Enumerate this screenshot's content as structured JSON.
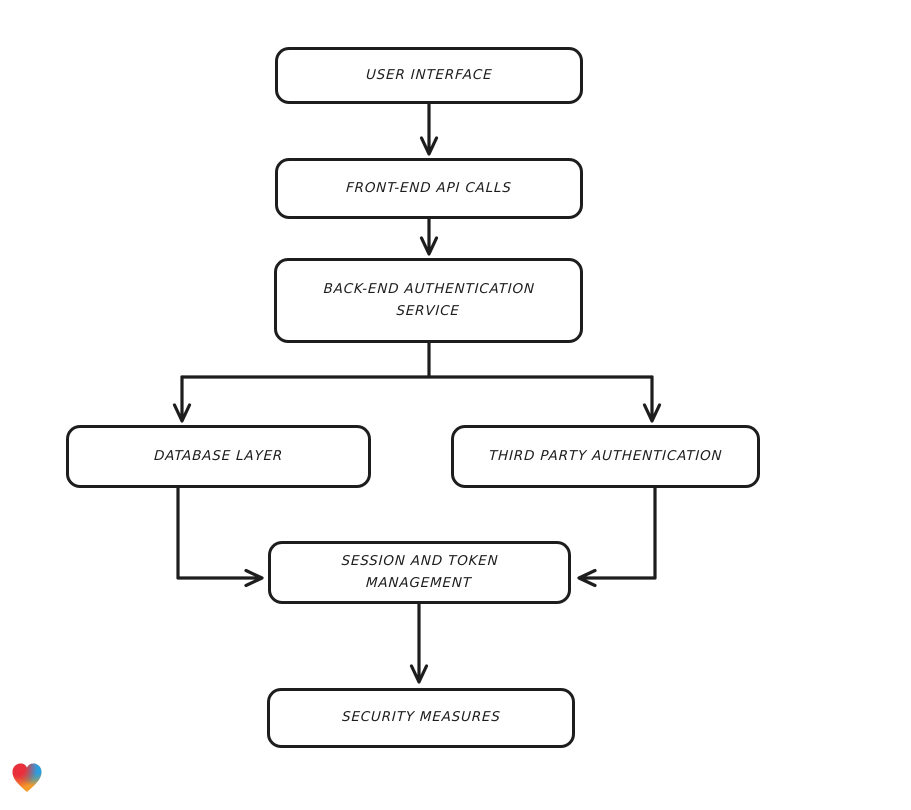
{
  "diagram": {
    "type": "flowchart",
    "nodes": [
      {
        "id": "user-interface",
        "label": "USER INTERFACE"
      },
      {
        "id": "front-end-api-calls",
        "label": "FRONT-END API CALLS"
      },
      {
        "id": "back-end-authentication-service",
        "label": "BACK-END AUTHENTICATION\nSERVICE"
      },
      {
        "id": "database-layer",
        "label": "DATABASE LAYER"
      },
      {
        "id": "third-party-authentication",
        "label": "THIRD PARTY AUTHENTICATION"
      },
      {
        "id": "session-and-token-management",
        "label": "SESSION AND TOKEN\nMANAGEMENT"
      },
      {
        "id": "security-measures",
        "label": "SECURITY MEASURES"
      }
    ],
    "edges": [
      {
        "from": "user-interface",
        "to": "front-end-api-calls"
      },
      {
        "from": "front-end-api-calls",
        "to": "back-end-authentication-service"
      },
      {
        "from": "back-end-authentication-service",
        "to": "database-layer"
      },
      {
        "from": "back-end-authentication-service",
        "to": "third-party-authentication"
      },
      {
        "from": "database-layer",
        "to": "session-and-token-management"
      },
      {
        "from": "third-party-authentication",
        "to": "session-and-token-management"
      },
      {
        "from": "session-and-token-management",
        "to": "security-measures"
      }
    ],
    "colors": {
      "stroke": "#1d1d1d",
      "background": "#ffffff",
      "logo_red": "#e92f3c",
      "logo_blue": "#2b9fe0",
      "logo_green": "#3aa469",
      "logo_orange": "#f49d2f"
    },
    "watermark": {
      "icon": "heart-icon"
    }
  }
}
